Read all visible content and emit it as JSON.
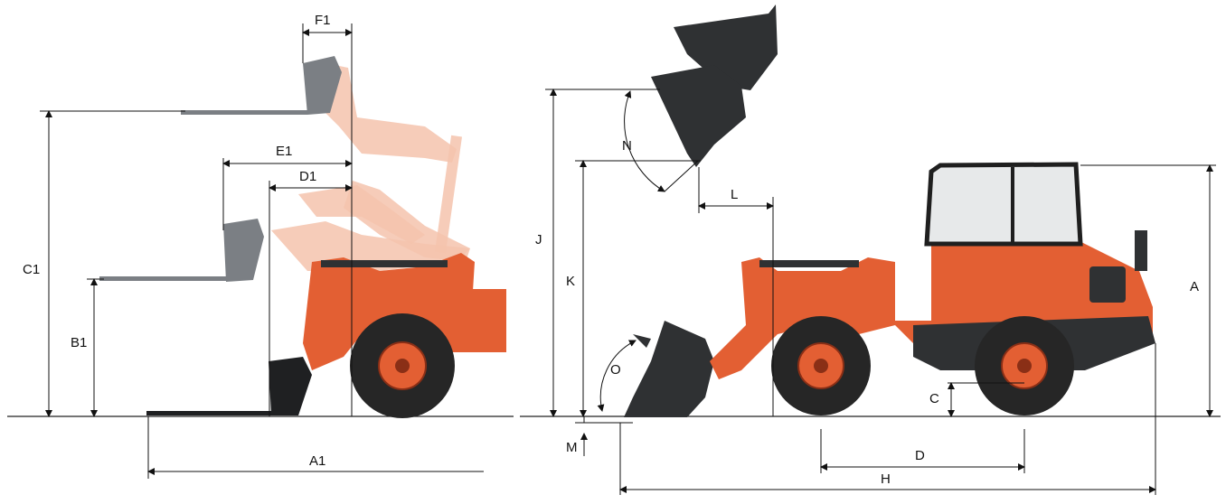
{
  "labels": {
    "A": "A",
    "A1": "A1",
    "B1": "B1",
    "C": "C",
    "C1": "C1",
    "D": "D",
    "D1": "D1",
    "E1": "E1",
    "F1": "F1",
    "H": "H",
    "J": "J",
    "K": "K",
    "L": "L",
    "M": "M",
    "N": "N",
    "O": "O"
  },
  "colors": {
    "machine": "#e35f33",
    "ghost": "#f4c3ad",
    "cab": "#2f3133",
    "tyre": "#262626"
  }
}
